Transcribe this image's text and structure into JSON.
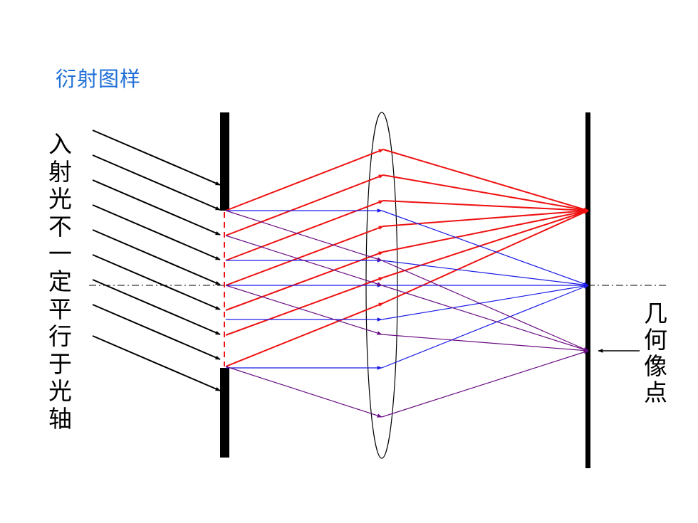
{
  "title": "衍射图样",
  "left_label": "入射光不一定平行于光轴",
  "right_label": "几何像点",
  "colors": {
    "title": "#1f6fd6",
    "incident": "#000000",
    "red_rays": "#ee1111",
    "blue_rays": "#1a1ae6",
    "purple_rays": "#6a0d83",
    "screens": "#000000",
    "axis": "#000000"
  }
}
